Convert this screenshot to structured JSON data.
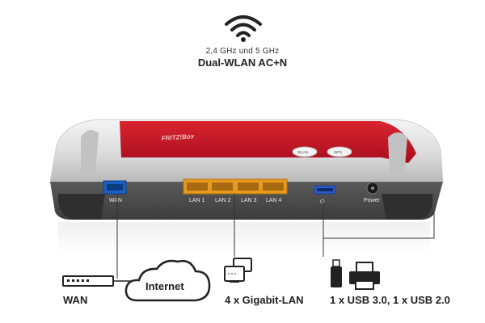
{
  "header": {
    "frequencies": "2,4 GHz und 5 GHz",
    "title": "Dual-WLAN AC+N"
  },
  "router": {
    "brand": "FRITZ!Box",
    "button_wlan": "WLAN",
    "button_wps": "WPS",
    "ports": {
      "wan": "WAN",
      "lan1": "LAN 1",
      "lan2": "LAN 2",
      "lan3": "LAN 3",
      "lan4": "LAN 4",
      "usb": "⭘",
      "power": "Power"
    },
    "colors": {
      "housing_red": "#c8102e",
      "housing_silver": "#e4e4e4",
      "wan_port": "#1a5fc4",
      "lan_ports": "#e89a1e",
      "usb_port": "#2b5cc8"
    }
  },
  "features": {
    "wan_label": "WAN",
    "internet_label": "Internet",
    "lan_label": "4 x Gigabit-LAN",
    "usb_label": "1 x USB 3.0, 1 x USB 2.0"
  },
  "icons": [
    "wifi-icon",
    "modem-icon",
    "cloud-icon",
    "lan-computers-icon",
    "usb-stick-icon",
    "printer-icon"
  ]
}
